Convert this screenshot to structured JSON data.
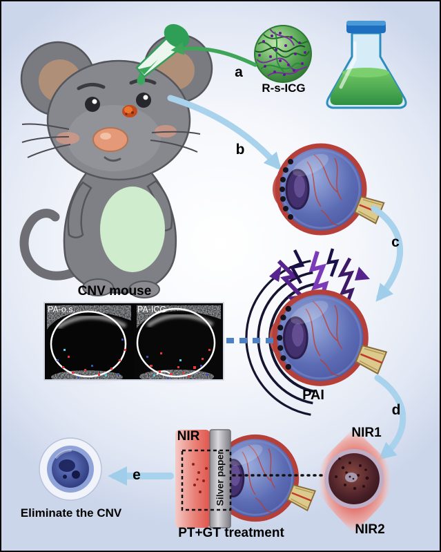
{
  "figure": {
    "steps": {
      "a": "a",
      "b": "b",
      "c": "c",
      "d": "d",
      "e": "e"
    },
    "reagent": {
      "name": "R-s-ICG"
    },
    "mouse": {
      "caption": "CNV mouse"
    },
    "ultrasound": {
      "left_label": "PA-o.s.",
      "right_label": "PA-ICG"
    },
    "imaging": {
      "label": "PAI"
    },
    "treatment": {
      "nir_label": "NIR",
      "nir1_label": "NIR1",
      "nir2_label": "NIR2",
      "silver_paper_label": "Silver paper",
      "caption": "PT+GT treatment"
    },
    "outcome": {
      "caption": "Eliminate the CNV"
    }
  },
  "colors": {
    "background_edge": "#ccd6eb",
    "arrow_blue": "#a9d2ec",
    "arrow_green": "#3fa558",
    "nir_red": "#e0493e",
    "label_color": "#000000"
  }
}
